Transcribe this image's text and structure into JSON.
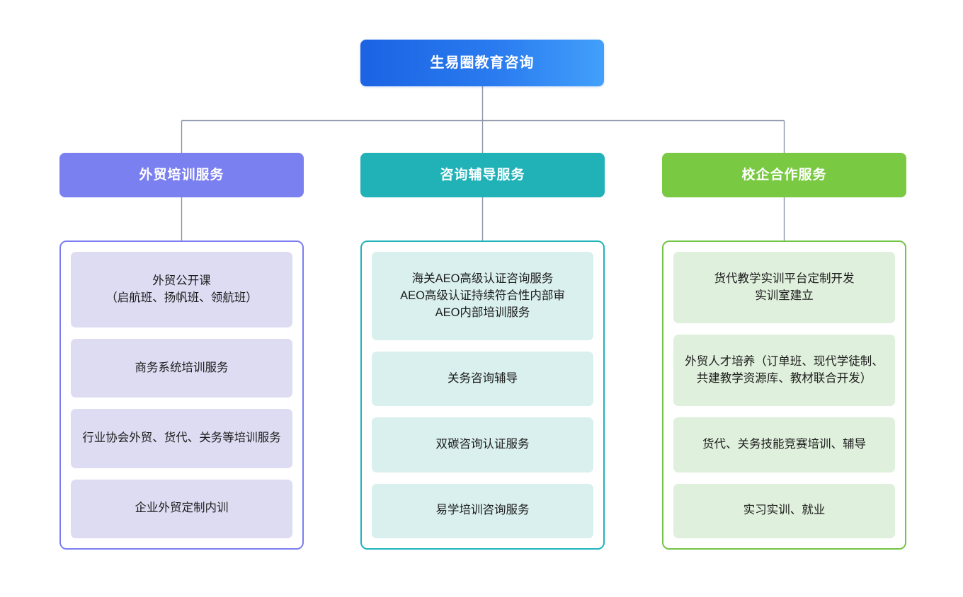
{
  "root": {
    "label": "生易圈教育咨询",
    "color_start": "#1b63e3",
    "color_end": "#42a0fb"
  },
  "connector_color": "#8a94a6",
  "branches": [
    {
      "header": "外贸培训服务",
      "header_color": "#7b80f0",
      "border_color": "#7b7ef0",
      "leaf_color": "#dedcf3",
      "items": [
        "外贸公开课\n（启航班、扬帆班、领航班）",
        "商务系统培训服务",
        "行业协会外贸、货代、关务等培训服务",
        "企业外贸定制内训"
      ]
    },
    {
      "header": "咨询辅导服务",
      "header_color": "#21b2b8",
      "border_color": "#1fb3bb",
      "leaf_color": "#d9f0ee",
      "items": [
        "海关AEO高级认证咨询服务\nAEO高级认证持续符合性内部审\nAEO内部培训服务",
        "关务咨询辅导",
        "双碳咨询认证服务",
        "易学培训咨询服务"
      ]
    },
    {
      "header": "校企合作服务",
      "header_color": "#7ac943",
      "border_color": "#72c544",
      "leaf_color": "#dff0dc",
      "items": [
        "货代教学实训平台定制开发\n实训室建立",
        "外贸人才培养（订单班、现代学徒制、共建教学资源库、教材联合开发）",
        "货代、关务技能竞赛培训、辅导",
        "实习实训、就业"
      ]
    }
  ]
}
